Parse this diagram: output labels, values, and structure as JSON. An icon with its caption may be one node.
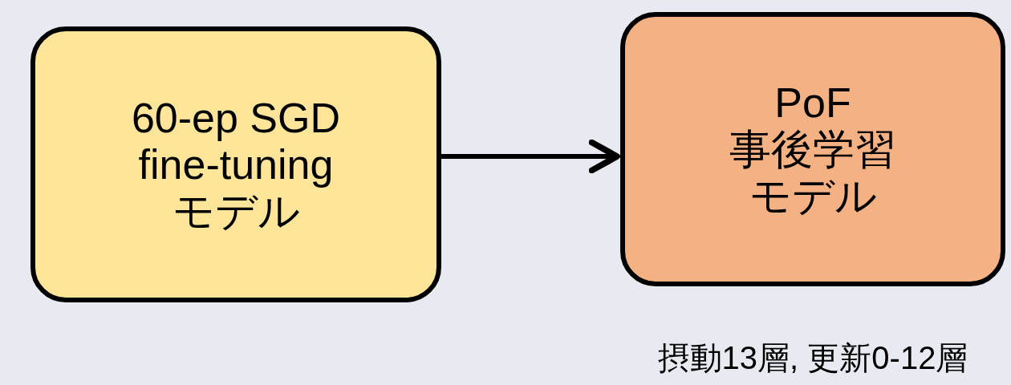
{
  "diagram": {
    "nodes": [
      {
        "text": [
          "60-ep SGD fine-tuning モデル"
        ]
      },
      {
        "text": [
          "PoF",
          "事後学習モデル"
        ],
        "beside": [
          "摂動13層, 更新0-12層"
        ]
      }
    ],
    "edges": [
      {
        "from": 0,
        "to": 1,
        "arrow": "to"
      }
    ]
  }
}
